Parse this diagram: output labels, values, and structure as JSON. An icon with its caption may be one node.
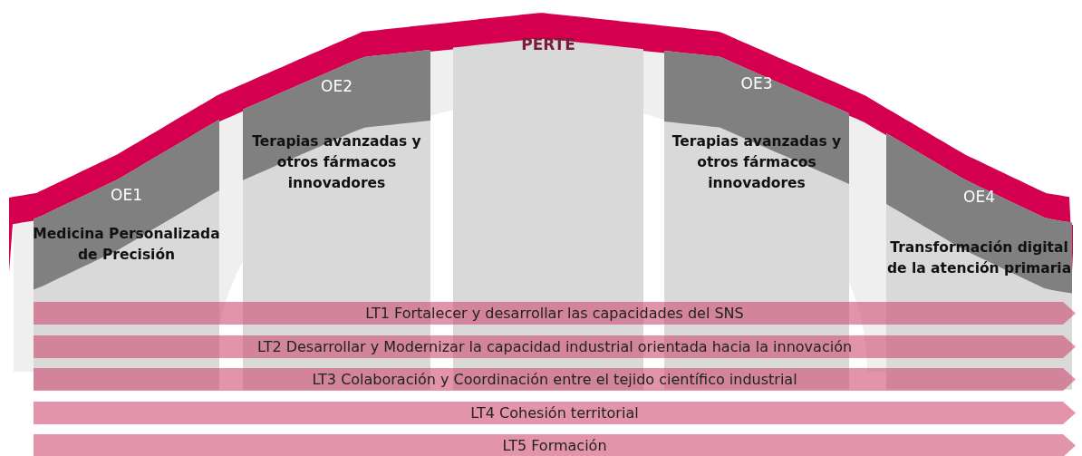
{
  "diagram": {
    "nodes": [
      {
        "text": [
          "OE1",
          "Medicina Personalizada de Precisión"
        ]
      },
      {
        "text": [
          "OE2",
          "Terapias avanzadas y otros fármacos innovadores"
        ]
      },
      {
        "text": [
          "PERTE"
        ]
      },
      {
        "text": [
          "OE3",
          "Terapias avanzadas y otros fármacos innovadores"
        ]
      },
      {
        "text": [
          "OE4",
          "Transformación digital de la atención primaria"
        ]
      },
      {
        "text": [
          "LT1 Fortalecer y desarrollar las capacidades del SNS"
        ]
      },
      {
        "text": [
          "LT2 Desarrollar y Modernizar la capacidad industrial orientada hacia la innovación"
        ]
      },
      {
        "text": [
          "LT3 Colaboración y Coordinación entre el tejido científico industrial"
        ]
      },
      {
        "text": [
          "LT4 Cohesión territorial"
        ]
      },
      {
        "text": [
          "LT5 Formación"
        ]
      }
    ]
  }
}
